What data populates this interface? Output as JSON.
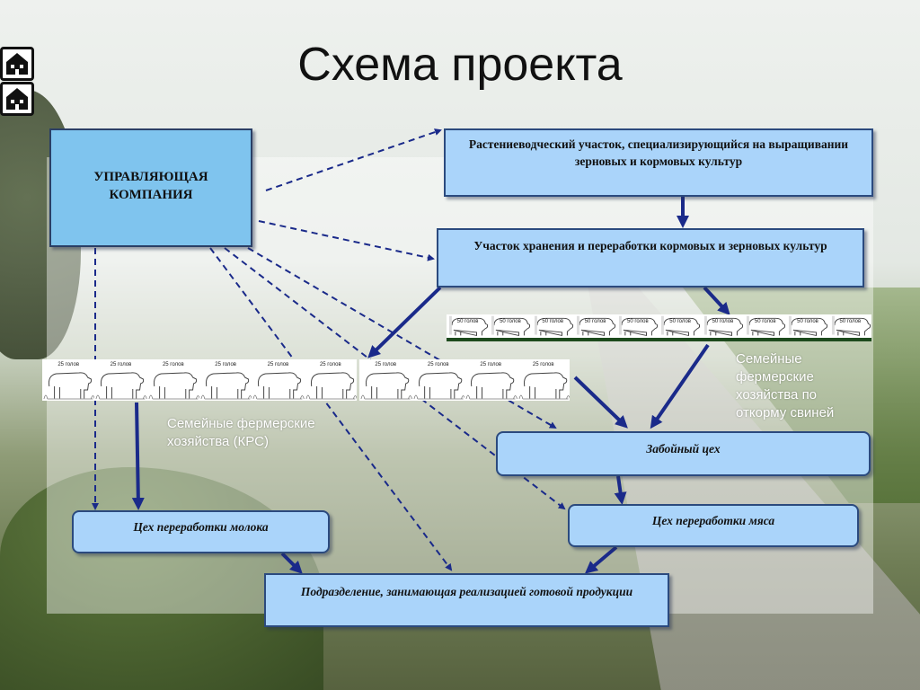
{
  "title": "Схема проекта",
  "boxes": {
    "company": "УПРАВЛЯЮЩАЯ КОМПАНИЯ",
    "crop": "Растениеводческий участок, специализирующийся на выращивании зерновых и кормовых культур",
    "storage": "Участок хранения и переработки кормовых и зерновых культур",
    "slaughter": "Забойный цех",
    "meat": "Цех переработки мяса",
    "milk": "Цех переработки молока",
    "sales": "Подразделение, занимающая реализацией готовой продукции"
  },
  "labels": {
    "krs": "Семейные фермерские хозяйства (КРС)",
    "pig": "Семейные фермерские хозяйства по откорму свиней"
  },
  "strips": {
    "cow_tag": "25 голов",
    "pig_tag": "50 голов",
    "cows_left_count": 6,
    "cows_right_count": 4,
    "pigs_count": 10
  },
  "colors": {
    "box_fill": "#aad4fa",
    "company_fill": "#7fc4ee",
    "arrow": "#1a2a8a",
    "label_text": "#ffffff"
  },
  "icons": [
    "house-icon",
    "house-icon"
  ]
}
